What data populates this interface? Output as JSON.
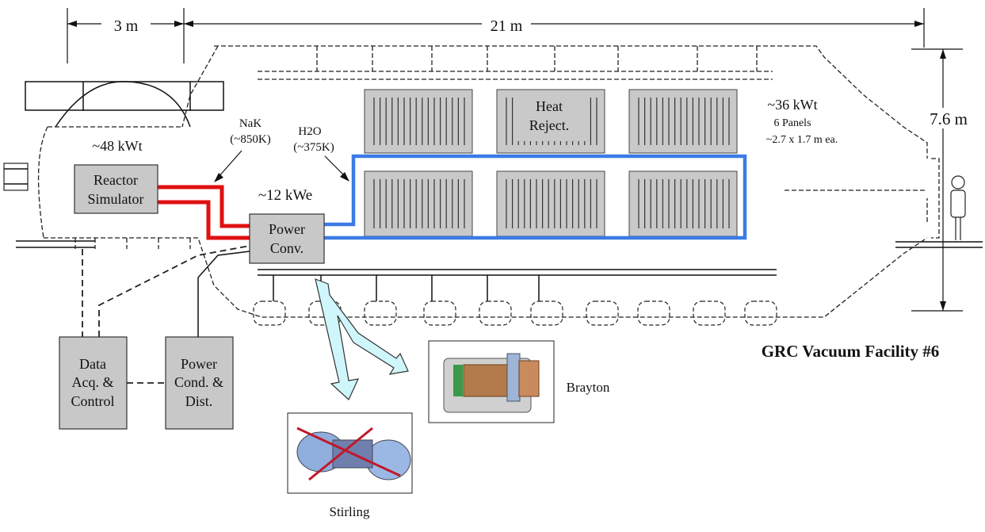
{
  "dimensions": {
    "width_chamber_start": "3 m",
    "length": "21 m",
    "height": "7.6 m"
  },
  "labels": {
    "reactor_power": "~48 kWt",
    "nak_line1": "NaK",
    "nak_line2": "(~850K)",
    "h2o_line1": "H2O",
    "h2o_line2": "(~375K)",
    "electric_power": "~12 kWe",
    "heat_reject_power": "~36 kWt",
    "panels_line1": "6 Panels",
    "panels_line2": "~2.7 x 1.7 m ea.",
    "facility": "GRC Vacuum Facility #6",
    "brayton": "Brayton",
    "stirling": "Stirling"
  },
  "boxes": {
    "reactor": {
      "line1": "Reactor",
      "line2": "Simulator"
    },
    "power_conv": {
      "line1": "Power",
      "line2": "Conv."
    },
    "heat_reject": {
      "line1": "Heat",
      "line2": "Reject."
    },
    "data_acq": {
      "line1": "Data",
      "line2": "Acq. &",
      "line3": "Control"
    },
    "power_cond": {
      "line1": "Power",
      "line2": "Cond. &",
      "line3": "Dist."
    }
  },
  "colors": {
    "nak_loop": "#e01010",
    "water_loop": "#3b7be6",
    "arrow_fill": "#cff6fb",
    "box_fill": "#c8c8c8"
  }
}
